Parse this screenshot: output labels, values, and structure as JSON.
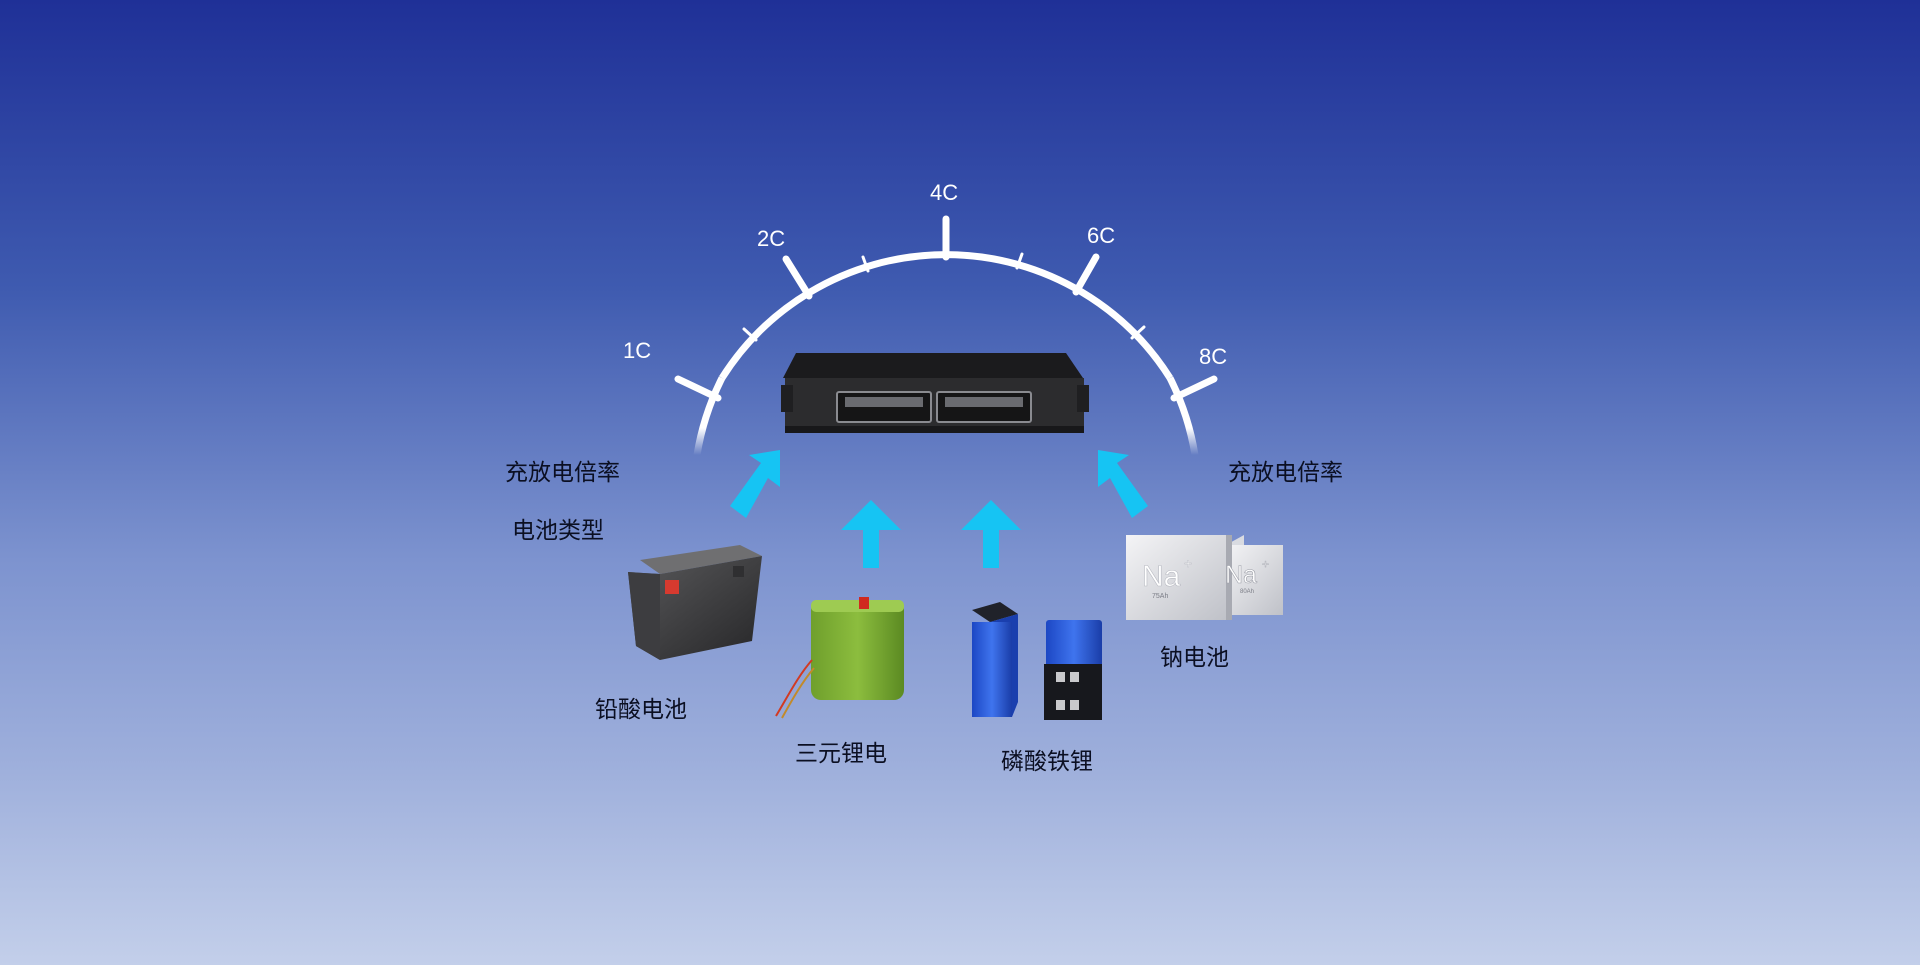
{
  "gauge": {
    "ticks": [
      "1C",
      "2C",
      "4C",
      "6C",
      "8C"
    ]
  },
  "labels": {
    "rate_left": "充放电倍率",
    "rate_right": "充放电倍率",
    "battery_type": "电池类型"
  },
  "batteries": [
    {
      "name": "铅酸电池"
    },
    {
      "name": "三元锂电"
    },
    {
      "name": "磷酸铁锂"
    },
    {
      "name": "钠电池"
    }
  ],
  "na_cells": [
    {
      "symbol": "Na",
      "sup": "+",
      "capacity": "75Ah"
    },
    {
      "symbol": "Na",
      "sup": "+",
      "capacity": "80Ah"
    }
  ],
  "colors": {
    "arrow": "#16c4f3",
    "arc": "#ffffff",
    "module": "#2c2c2e"
  }
}
